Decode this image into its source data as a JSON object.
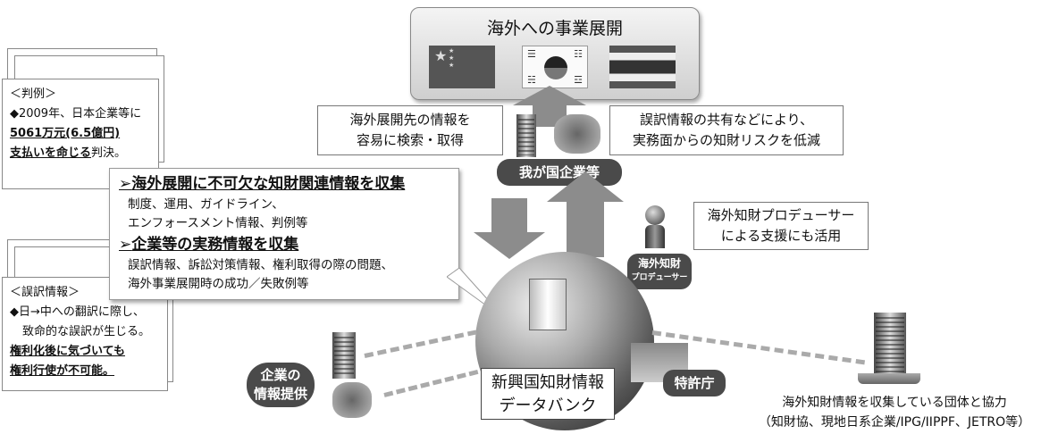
{
  "top": {
    "title": "海外への事業展開",
    "flags": [
      "china-flag",
      "korea-flag",
      "thailand-flag"
    ]
  },
  "left_box": {
    "line1": "海外展開先の情報を",
    "line2": "容易に検索・取得"
  },
  "right_box": {
    "line1": "誤訳情報の共有などにより、",
    "line2": "実務面からの知財リスクを低減"
  },
  "company_badge": "我が国企業等",
  "producer_box": {
    "line1": "海外知財プロデューサー",
    "line2": "による支援にも活用"
  },
  "producer_badge": {
    "line1": "海外知財",
    "line2": "プロデューサー"
  },
  "case_doc": {
    "heading": "＜判例＞",
    "line1": "◆2009年、日本企業等に",
    "line2": "5061万元(6.5億円)",
    "line3a": "支払いを命じる",
    "line3b": "判決。"
  },
  "error_doc": {
    "heading": "＜誤訳情報＞",
    "line1": "◆日→中への翻訳に際し、",
    "line2": "致命的な誤訳が生じる。",
    "line3": "権利化後に気づいても",
    "line4": "権利行使が不可能。"
  },
  "callout": {
    "h1": "海外展開に不可欠な知財関連情報を収集",
    "h1_sub1": "制度、運用、ガイドライン、",
    "h1_sub2": "エンフォースメント情報、判例等",
    "h2": "企業等の実務情報を収集",
    "h2_sub1": "誤訳情報、訴訟対策情報、権利取得の際の問題、",
    "h2_sub2": "海外事業展開時の成功／失敗例等"
  },
  "company_info_badge": {
    "line1": "企業の",
    "line2": "情報提供"
  },
  "jpo_badge": "特許庁",
  "databank": {
    "line1": "新興国知財情報",
    "line2": "データバンク"
  },
  "partner": {
    "line1": "海外知財情報を収集している団体と協力",
    "line2": "（知財協、現地日系企業/IPG/IIPPF、JETRO等）"
  },
  "colors": {
    "badge": "#4a4a4a",
    "arrow": "#8c8c8c",
    "dash": "#aaaaaa"
  }
}
